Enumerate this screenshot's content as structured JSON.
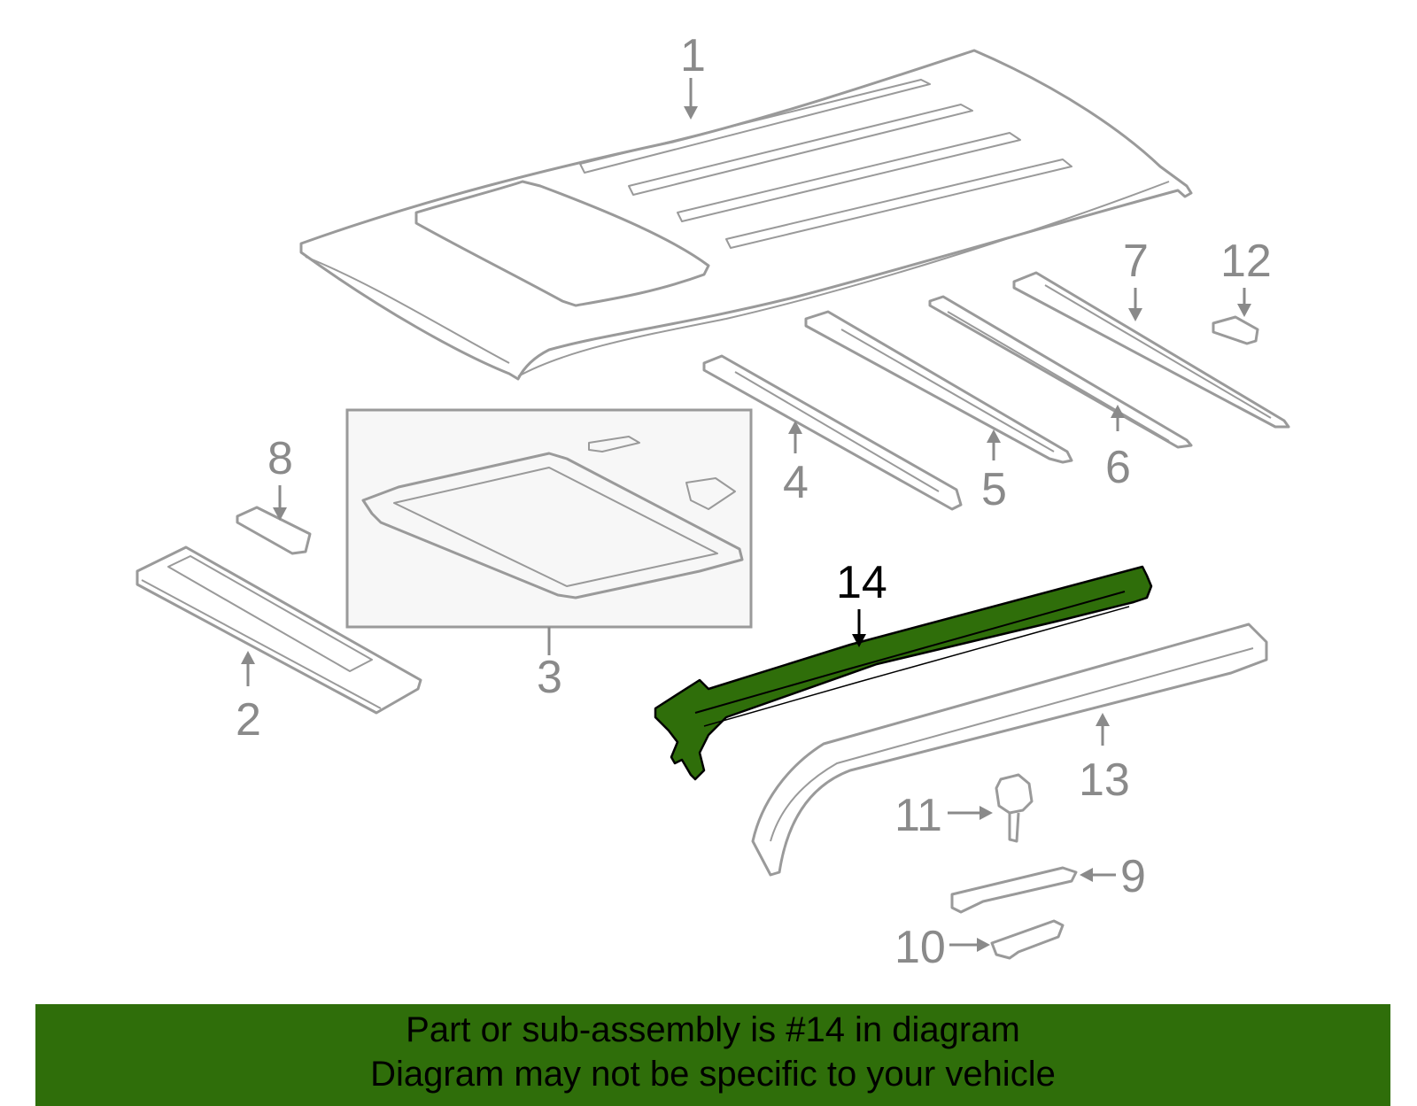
{
  "callouts": {
    "c1": "1",
    "c2": "2",
    "c3": "3",
    "c4": "4",
    "c5": "5",
    "c6": "6",
    "c7": "7",
    "c8": "8",
    "c9": "9",
    "c10": "10",
    "c11": "11",
    "c12": "12",
    "c13": "13",
    "c14": "14"
  },
  "highlight": {
    "part_number": "14",
    "color": "#2f6e0a"
  },
  "banner": {
    "line1": "Part or sub-assembly is #14 in diagram",
    "line2": "Diagram may not be specific to your vehicle",
    "background": "#2f6e0a"
  }
}
